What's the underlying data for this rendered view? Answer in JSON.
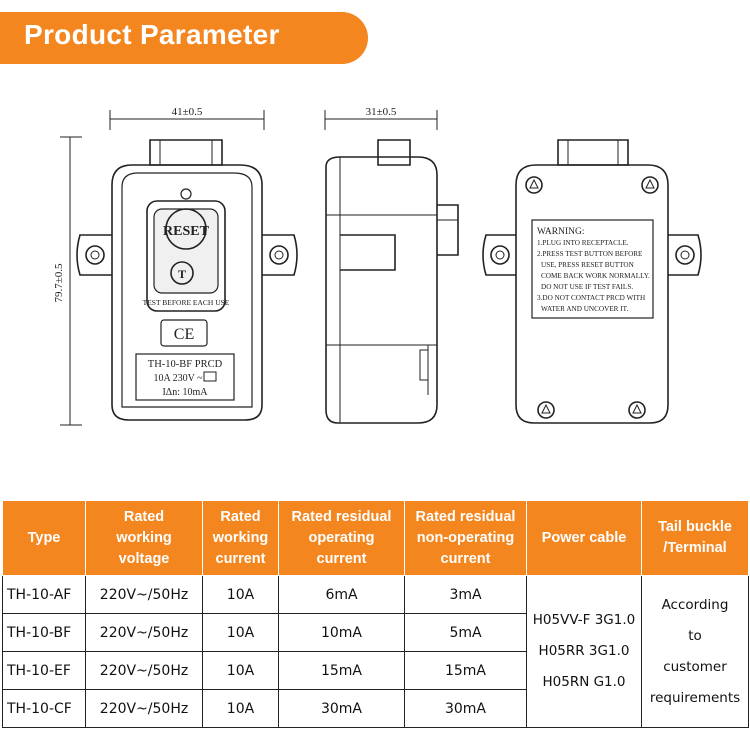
{
  "header": {
    "title": "Product Parameter"
  },
  "drawing": {
    "front": {
      "width_dim": "41±0.5",
      "height_dim": "79.7±0.5",
      "reset_label": "RESET",
      "test_label": "T",
      "test_note": "TEST BEFORE EACH USE",
      "mark": "CE",
      "model_line": "TH-10-BF  PRCD",
      "rating_line": "10A  230V ~",
      "current_line": "IΔn: 10mA"
    },
    "side": {
      "width_dim": "31±0.5"
    },
    "back": {
      "warning_lines": [
        "WARNING:",
        "1.PLUG INTO RECEPTACLE.",
        "2.PRESS TEST BUTTON BEFORE",
        "USE, PRESS RESET BUTTON",
        "COME BACK WORK NORMALLY.",
        "DO NOT USE IF TEST FAILS.",
        "3.DO NOT CONTACT PRCD WITH",
        "WATER AND UNCOVER IT."
      ]
    }
  },
  "table": {
    "headers": [
      [
        "Type"
      ],
      [
        "Rated",
        "working",
        "voltage"
      ],
      [
        "Rated",
        "working",
        "current"
      ],
      [
        "Rated residual",
        "operating",
        "current"
      ],
      [
        "Rated residual",
        "non-operating",
        "current"
      ],
      [
        "Power cable"
      ],
      [
        "Tail buckle",
        "/Terminal"
      ]
    ],
    "rows": [
      {
        "type": "TH-10-AF",
        "voltage": "220V~/50Hz",
        "current": "10A",
        "operating": "6mA",
        "non_operating": "3mA"
      },
      {
        "type": "TH-10-BF",
        "voltage": "220V~/50Hz",
        "current": "10A",
        "operating": "10mA",
        "non_operating": "5mA"
      },
      {
        "type": "TH-10-EF",
        "voltage": "220V~/50Hz",
        "current": "10A",
        "operating": "15mA",
        "non_operating": "15mA"
      },
      {
        "type": "TH-10-CF",
        "voltage": "220V~/50Hz",
        "current": "10A",
        "operating": "30mA",
        "non_operating": "30mA"
      }
    ],
    "power_cable": [
      "H05VV-F 3G1.0",
      "H05RR 3G1.0",
      "H05RN G1.0"
    ],
    "tail_buckle": [
      "According",
      "to",
      "customer",
      "requirements"
    ]
  }
}
